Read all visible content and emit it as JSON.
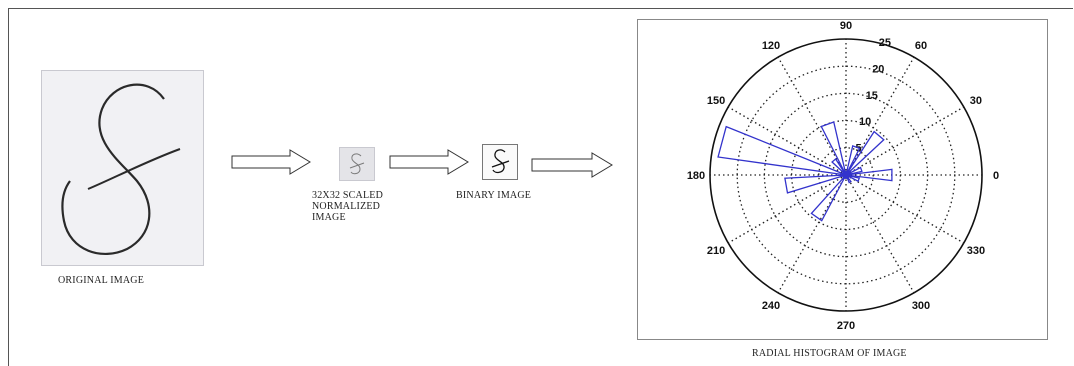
{
  "captions": {
    "original": "ORIGINAL IMAGE",
    "scaled_line1": "32X32 SCALED",
    "scaled_line2": "NORMALIZED",
    "scaled_line3": "IMAGE",
    "binary": "BINARY IMAGE",
    "radial": "RADIAL HISTOGRAM OF IMAGE"
  },
  "polar": {
    "angle_labels": [
      "0",
      "30",
      "60",
      "90",
      "120",
      "150",
      "180",
      "210",
      "240",
      "270",
      "300",
      "330"
    ],
    "radius_labels": [
      "5",
      "10",
      "15",
      "20",
      "25"
    ]
  },
  "colors": {
    "ink": "#222222",
    "histogram": "#3333cc",
    "arrow": "#333333"
  }
}
